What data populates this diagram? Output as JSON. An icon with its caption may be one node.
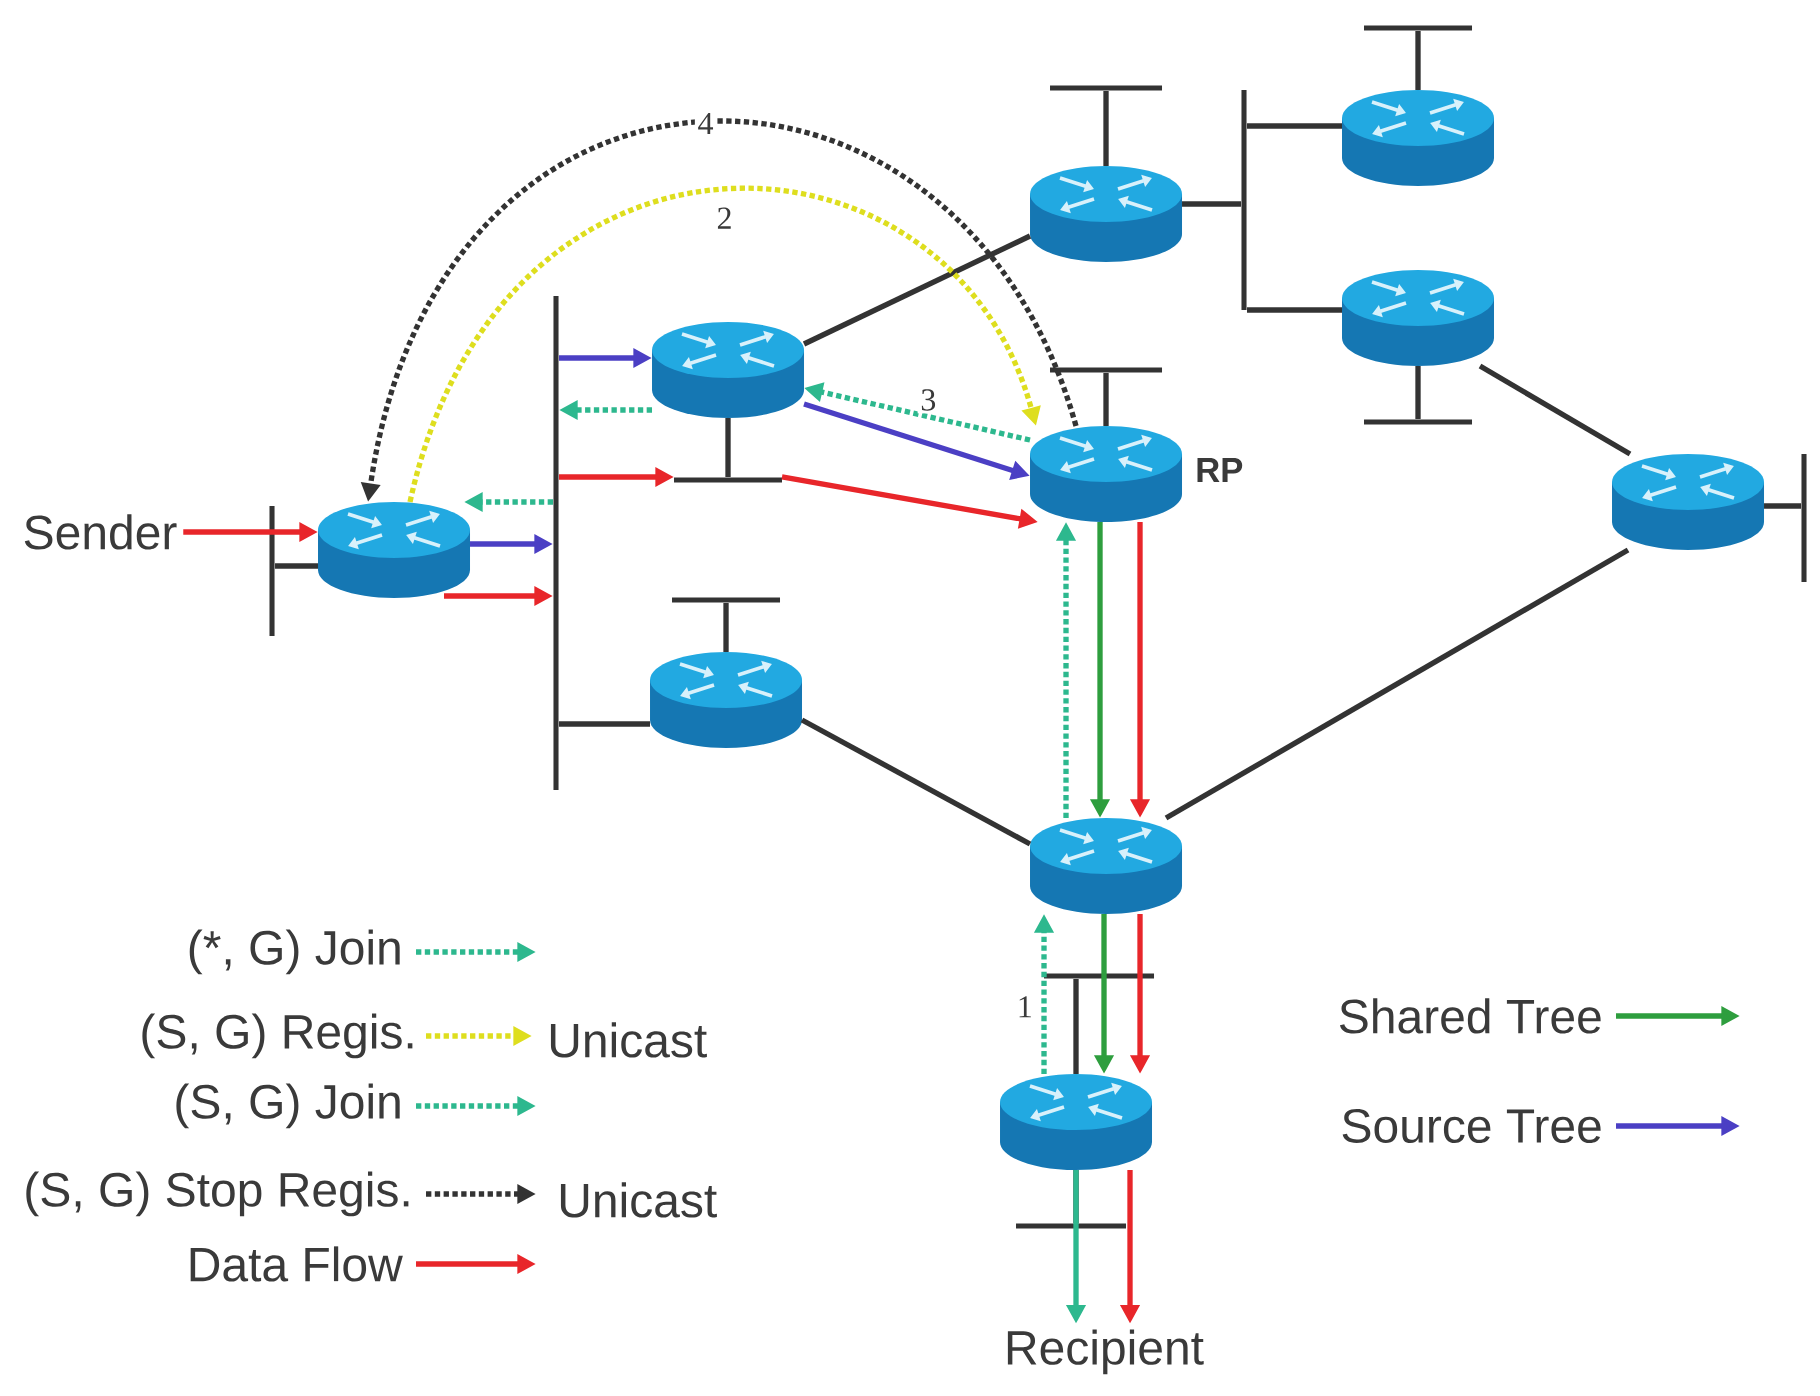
{
  "diagram": {
    "nodes": [
      {
        "text": [],
        "shape": "cylinder"
      },
      {
        "text": [],
        "shape": "cylinder"
      },
      {
        "text": [],
        "shape": "cylinder"
      },
      {
        "text": [],
        "shape": "cylinder"
      },
      {
        "text": [],
        "shape": "cylinder",
        "beside": [
          "RP"
        ]
      },
      {
        "text": [],
        "shape": "cylinder"
      },
      {
        "text": [
          "Sender"
        ]
      },
      {
        "text": [],
        "shape": "cylinder"
      },
      {
        "text": [],
        "shape": "cylinder"
      },
      {
        "text": [],
        "shape": "cylinder"
      },
      {
        "text": [],
        "shape": "cylinder"
      },
      {
        "text": [
          "Recipient"
        ]
      },
      {
        "text": [],
        "shape": "bar"
      },
      {
        "text": [],
        "shape": "bar"
      },
      {
        "text": [],
        "shape": "bar"
      },
      {
        "text": [],
        "shape": "bar"
      },
      {
        "text": [],
        "shape": "bar"
      },
      {
        "text": [],
        "shape": "bar"
      },
      {
        "text": [],
        "shape": "bar"
      },
      {
        "text": [],
        "shape": "bar"
      },
      {
        "text": [],
        "shape": "bar"
      },
      {
        "text": [],
        "shape": "bar"
      },
      {
        "text": [],
        "shape": "bar"
      },
      {
        "text": [],
        "shape": "bar"
      }
    ],
    "edges": [
      {
        "from": 3,
        "to": 1,
        "arrow": "none"
      },
      {
        "from": 8,
        "to": 9,
        "arrow": "none"
      },
      {
        "from": 2,
        "to": 5,
        "arrow": "none"
      },
      {
        "from": 5,
        "to": 9,
        "arrow": "none"
      },
      {
        "from": 7,
        "to": 20,
        "arrow": "none"
      },
      {
        "from": 15,
        "to": 8,
        "arrow": "none"
      },
      {
        "from": 1,
        "to": 14,
        "arrow": "none"
      },
      {
        "from": 14,
        "to": 0,
        "arrow": "none"
      },
      {
        "from": 14,
        "to": 2,
        "arrow": "none"
      },
      {
        "from": 0,
        "to": 12,
        "arrow": "none"
      },
      {
        "from": 1,
        "to": 13,
        "arrow": "none"
      },
      {
        "from": 2,
        "to": 17,
        "arrow": "none"
      },
      {
        "from": 4,
        "to": 16,
        "arrow": "none"
      },
      {
        "from": 5,
        "to": 18,
        "arrow": "none"
      },
      {
        "from": 3,
        "to": 19,
        "arrow": "none"
      },
      {
        "from": 8,
        "to": 21,
        "arrow": "none"
      },
      {
        "from": 10,
        "to": 22,
        "arrow": "none"
      },
      {
        "from": 10,
        "to": 23,
        "arrow": "none"
      },
      {
        "from": 6,
        "to": 7,
        "arrow": "to",
        "color": "#e8262a"
      },
      {
        "from": 7,
        "to": 15,
        "arrow": "to",
        "color": "#4b3fc4"
      },
      {
        "from": 7,
        "to": 15,
        "arrow": "to",
        "color": "#e8262a"
      },
      {
        "from": 15,
        "to": 7,
        "arrow": "to",
        "style": "dashed",
        "color": "#2db88e"
      },
      {
        "from": 15,
        "to": 3,
        "arrow": "to",
        "color": "#4b3fc4"
      },
      {
        "from": 3,
        "to": 15,
        "arrow": "to",
        "style": "dashed",
        "color": "#2db88e"
      },
      {
        "from": 15,
        "to": 19,
        "arrow": "to",
        "color": "#e8262a"
      },
      {
        "from": 3,
        "to": 4,
        "arrow": "to",
        "color": "#4b3fc4"
      },
      {
        "from": 4,
        "to": 3,
        "arrow": "to",
        "label": "3",
        "style": "dashed",
        "color": "#2db88e"
      },
      {
        "from": 19,
        "to": 4,
        "arrow": "to",
        "color": "#e8262a"
      },
      {
        "from": 7,
        "to": 4,
        "arrow": "to",
        "label": "2",
        "style": "dashed",
        "color": "#dede1e"
      },
      {
        "from": 4,
        "to": 7,
        "arrow": "to",
        "label": "4",
        "style": "dashed"
      },
      {
        "from": 9,
        "to": 4,
        "arrow": "to",
        "style": "dashed",
        "color": "#2db88e"
      },
      {
        "from": 4,
        "to": 9,
        "arrow": "to",
        "color": "#2e9e3e"
      },
      {
        "from": 4,
        "to": 9,
        "arrow": "to",
        "color": "#e8262a"
      },
      {
        "from": 10,
        "to": 9,
        "arrow": "to",
        "label": "1",
        "style": "dashed",
        "color": "#2db88e"
      },
      {
        "from": 9,
        "to": 10,
        "arrow": "to",
        "color": "#2e9e3e"
      },
      {
        "from": 9,
        "to": 10,
        "arrow": "to",
        "color": "#e8262a"
      },
      {
        "from": 10,
        "to": 11,
        "arrow": "to",
        "color": "#2db88e"
      },
      {
        "from": 10,
        "to": 11,
        "arrow": "to",
        "color": "#e8262a"
      }
    ],
    "labels": [
      "Unicast",
      "Unicast"
    ],
    "legend": [
      {
        "text": "(*, G) Join"
      },
      {
        "text": "(S, G) Regis."
      },
      {
        "text": "(S, G) Join"
      },
      {
        "text": "(S, G) Stop Regis."
      },
      {
        "text": "Data Flow"
      },
      {
        "text": "Shared Tree"
      },
      {
        "text": "Source Tree"
      }
    ]
  }
}
